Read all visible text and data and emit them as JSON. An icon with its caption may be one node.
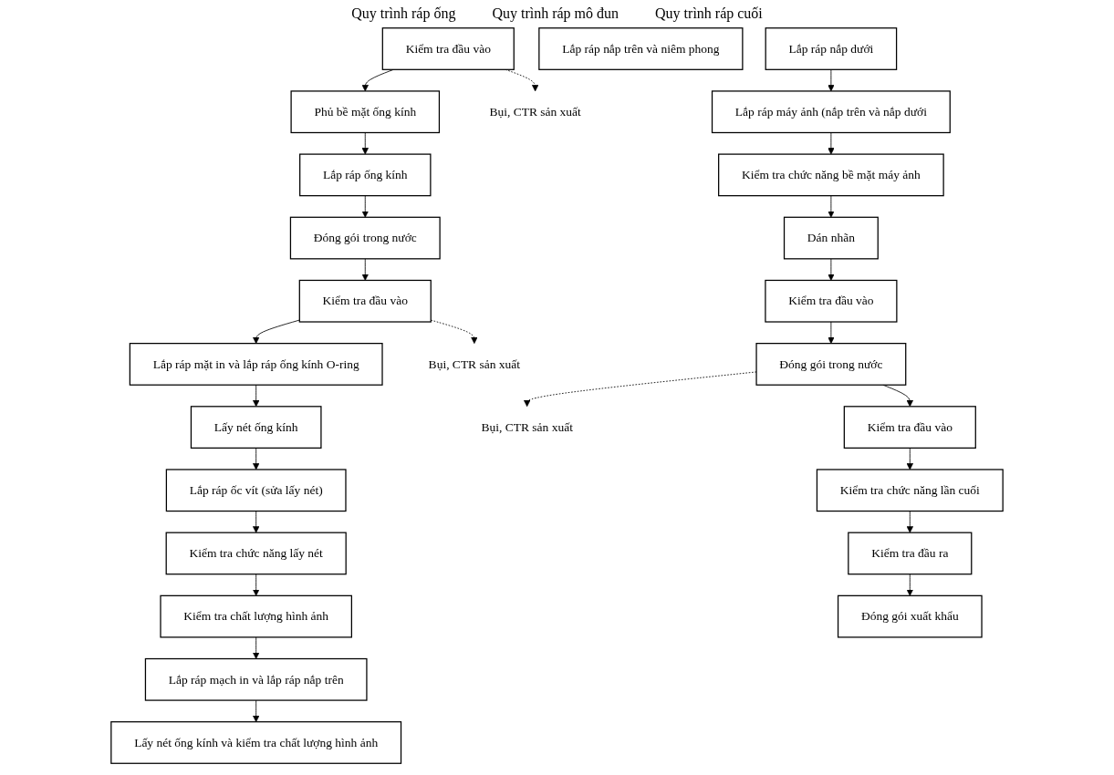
{
  "diagram": {
    "nodes": [
      {
        "text": [
          "Kiểm tra đầu vào"
        ]
      },
      {
        "text": [
          "Phủ bề mặt ống kính"
        ]
      },
      {
        "text": [
          "Lắp ráp ống kính"
        ]
      },
      {
        "text": [
          "Đóng gói trong nước"
        ]
      },
      {
        "text": [
          "Bụi, CTR sản xuất"
        ]
      },
      {
        "text": [
          "Kiểm tra chức năng lấy nét"
        ]
      },
      {
        "text": [
          "Lắp ráp ốc vít (sửa lấy nét)"
        ]
      },
      {
        "text": [
          "Lấy nét ống kính"
        ]
      },
      {
        "text": [
          "Lắp ráp mặt in và lắp ráp ống kính O-ring"
        ]
      },
      {
        "text": [
          "Kiểm tra đầu vào"
        ]
      },
      {
        "text": [
          "Bụi, CTR sản xuất"
        ]
      },
      {
        "text": [
          "Kiểm tra chất lượng hình ảnh"
        ]
      },
      {
        "text": [
          "Lắp ráp mạch in và lắp ráp nắp trên"
        ]
      },
      {
        "text": [
          "Lấy nét ống kính và kiểm tra chất lượng hình ảnh"
        ]
      },
      {
        "text": [
          "Lắp ráp nắp trên và niêm phong"
        ]
      },
      {
        "text": [
          "Lắp ráp nắp dưới"
        ]
      },
      {
        "text": [
          "Bụi, CTR sản xuất"
        ]
      },
      {
        "text": [
          "Đóng gói trong nước"
        ]
      },
      {
        "text": [
          "Kiểm tra đầu vào"
        ]
      },
      {
        "text": [
          "Dán nhãn"
        ]
      },
      {
        "text": [
          "Kiểm tra chức năng bề mặt máy ảnh"
        ]
      },
      {
        "text": [
          "Lắp ráp máy ảnh (nắp trên và nắp dưới"
        ]
      },
      {
        "text": [
          "Kiểm tra đầu vào"
        ]
      },
      {
        "text": [
          "Kiểm tra chức năng lần cuối"
        ]
      },
      {
        "text": [
          "Kiểm tra đầu ra"
        ]
      },
      {
        "text": [
          "Đóng gói xuất khẩu"
        ]
      }
    ],
    "edges": [
      {
        "from": 0,
        "to": 1,
        "arrow": "to"
      },
      {
        "from": 1,
        "to": 2,
        "arrow": "to"
      },
      {
        "from": 2,
        "to": 3,
        "arrow": "to"
      },
      {
        "from": 0,
        "to": 4,
        "arrow": "to",
        "style": "dashed"
      },
      {
        "from": 3,
        "to": 9,
        "arrow": "to"
      },
      {
        "from": 9,
        "to": 8,
        "arrow": "to"
      },
      {
        "from": 8,
        "to": 7,
        "arrow": "to"
      },
      {
        "from": 7,
        "to": 6,
        "arrow": "to"
      },
      {
        "from": 6,
        "to": 5,
        "arrow": "to"
      },
      {
        "from": 9,
        "to": 10,
        "arrow": "to",
        "style": "dashed"
      },
      {
        "from": 5,
        "to": 11,
        "arrow": "to"
      },
      {
        "from": 11,
        "to": 12,
        "arrow": "to"
      },
      {
        "from": 12,
        "to": 13,
        "arrow": "to"
      },
      {
        "from": 15,
        "to": 21,
        "arrow": "to"
      },
      {
        "from": 21,
        "to": 20,
        "arrow": "to"
      },
      {
        "from": 20,
        "to": 19,
        "arrow": "to"
      },
      {
        "from": 19,
        "to": 18,
        "arrow": "to"
      },
      {
        "from": 18,
        "to": 17,
        "arrow": "to"
      },
      {
        "from": 17,
        "to": 16,
        "arrow": "to",
        "style": "dashed"
      },
      {
        "from": 17,
        "to": 22,
        "arrow": "to"
      },
      {
        "from": 22,
        "to": 23,
        "arrow": "to"
      },
      {
        "from": 23,
        "to": 24,
        "arrow": "to"
      },
      {
        "from": 24,
        "to": 25,
        "arrow": "to"
      }
    ],
    "labels": [
      "Quy trình ráp ống",
      "Quy trình ráp mô đun",
      "Quy trình ráp cuối"
    ]
  }
}
